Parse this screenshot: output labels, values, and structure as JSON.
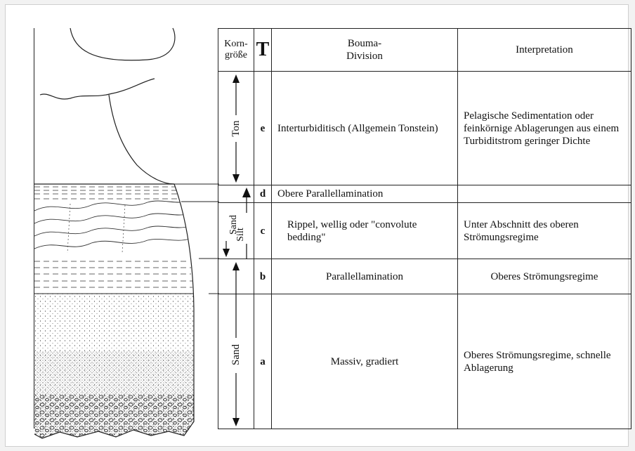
{
  "table": {
    "header": {
      "korn": "Korn-größe",
      "korn_1": "Korn-",
      "korn_2": "größe",
      "t": "T",
      "division": "Bouma-Division",
      "division_1": "Bouma-",
      "division_2": "Division",
      "interpretation": "Interpretation"
    },
    "rows": [
      {
        "id": "e",
        "division": "Interturbiditisch (Allgemein Tonstein)",
        "interpretation": "Pelagische Sedimentation oder feinkörnige Ablagerungen aus einem Turbiditstrom geringer Dichte"
      },
      {
        "id": "d",
        "division": "Obere Parallellamination",
        "interpretation": ""
      },
      {
        "id": "c",
        "division": "Rippel, wellig oder \"convolute bedding\"",
        "interpretation": "Unter Abschnitt des oberen Strömungsregime"
      },
      {
        "id": "b",
        "division": "Parallellamination",
        "interpretation": "Oberes Strömungsregime"
      },
      {
        "id": "a",
        "division": "Massiv, gradiert",
        "interpretation": "Oberes Strömungsregime, schnelle Ablagerung"
      }
    ],
    "grain": {
      "ton": "Ton",
      "silt": "Silt",
      "sand_small": "Sand",
      "sand": "Sand"
    }
  }
}
